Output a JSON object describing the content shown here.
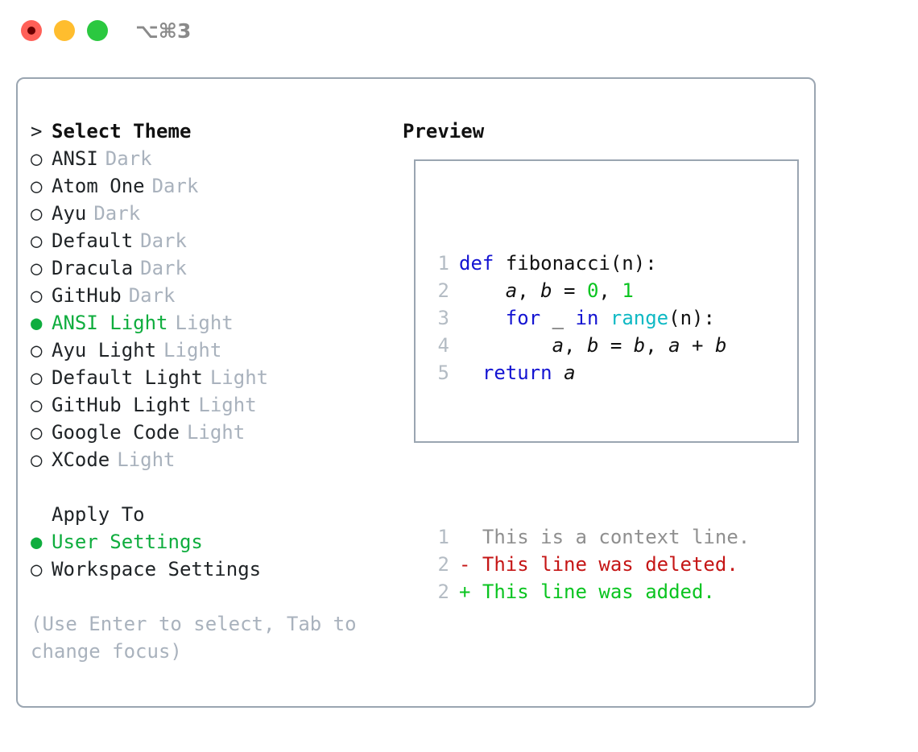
{
  "window": {
    "traffic_lights": [
      "close-red",
      "minimize-yellow",
      "maximize-green"
    ],
    "shortcut": "⌥⌘3"
  },
  "theme_picker": {
    "heading_marker": ">",
    "heading": "Select Theme",
    "selected_marker": "●",
    "unselected_marker": "○",
    "items": [
      {
        "marker": "○",
        "label": "ANSI",
        "kind": "Dark",
        "selected": false
      },
      {
        "marker": "○",
        "label": "Atom One",
        "kind": "Dark",
        "selected": false
      },
      {
        "marker": "○",
        "label": "Ayu",
        "kind": "Dark",
        "selected": false
      },
      {
        "marker": "○",
        "label": "Default",
        "kind": "Dark",
        "selected": false
      },
      {
        "marker": "○",
        "label": "Dracula",
        "kind": "Dark",
        "selected": false
      },
      {
        "marker": "○",
        "label": "GitHub",
        "kind": "Dark",
        "selected": false
      },
      {
        "marker": "●",
        "label": "ANSI Light",
        "kind": "Light",
        "selected": true
      },
      {
        "marker": "○",
        "label": "Ayu Light",
        "kind": "Light",
        "selected": false
      },
      {
        "marker": "○",
        "label": "Default Light",
        "kind": "Light",
        "selected": false
      },
      {
        "marker": "○",
        "label": "GitHub Light",
        "kind": "Light",
        "selected": false
      },
      {
        "marker": "○",
        "label": "Google Code",
        "kind": "Light",
        "selected": false
      },
      {
        "marker": "○",
        "label": "XCode",
        "kind": "Light",
        "selected": false
      }
    ]
  },
  "apply_to": {
    "label": "Apply To",
    "items": [
      {
        "marker": "●",
        "label": "User Settings",
        "selected": true
      },
      {
        "marker": "○",
        "label": "Workspace Settings",
        "selected": false
      }
    ]
  },
  "hint": "(Use Enter to select, Tab to change focus)",
  "preview": {
    "heading": "Preview",
    "code_lines": [
      {
        "n": "1",
        "tokens": [
          {
            "t": "def",
            "c": "kw"
          },
          {
            "t": " ",
            "c": "plain"
          },
          {
            "t": "fibonacci",
            "c": "plain"
          },
          {
            "t": "(n):",
            "c": "plain"
          }
        ]
      },
      {
        "n": "2",
        "tokens": [
          {
            "t": "    ",
            "c": "plain"
          },
          {
            "t": "a",
            "c": "var"
          },
          {
            "t": ", ",
            "c": "plain"
          },
          {
            "t": "b",
            "c": "var"
          },
          {
            "t": " = ",
            "c": "plain"
          },
          {
            "t": "0",
            "c": "num"
          },
          {
            "t": ", ",
            "c": "plain"
          },
          {
            "t": "1",
            "c": "num"
          }
        ]
      },
      {
        "n": "3",
        "tokens": [
          {
            "t": "    ",
            "c": "plain"
          },
          {
            "t": "for",
            "c": "kw"
          },
          {
            "t": " _ ",
            "c": "plain"
          },
          {
            "t": "in",
            "c": "kw"
          },
          {
            "t": " ",
            "c": "plain"
          },
          {
            "t": "range",
            "c": "fn"
          },
          {
            "t": "(n):",
            "c": "plain"
          }
        ]
      },
      {
        "n": "4",
        "tokens": [
          {
            "t": "        ",
            "c": "plain"
          },
          {
            "t": "a",
            "c": "var"
          },
          {
            "t": ", ",
            "c": "plain"
          },
          {
            "t": "b",
            "c": "var"
          },
          {
            "t": " = ",
            "c": "plain"
          },
          {
            "t": "b",
            "c": "var"
          },
          {
            "t": ", ",
            "c": "plain"
          },
          {
            "t": "a",
            "c": "var"
          },
          {
            "t": " + ",
            "c": "plain"
          },
          {
            "t": "b",
            "c": "var"
          }
        ]
      },
      {
        "n": "5",
        "tokens": [
          {
            "t": "  ",
            "c": "plain"
          },
          {
            "t": "return",
            "c": "kw"
          },
          {
            "t": " ",
            "c": "plain"
          },
          {
            "t": "a",
            "c": "var"
          }
        ]
      }
    ],
    "diff_lines": [
      {
        "n": "1",
        "tokens": [
          {
            "t": "  This is a context line.",
            "c": "ctx"
          }
        ]
      },
      {
        "n": "2",
        "tokens": [
          {
            "t": "- This line was deleted.",
            "c": "del"
          }
        ]
      },
      {
        "n": "2",
        "tokens": [
          {
            "t": "+ This line was added.",
            "c": "add"
          }
        ]
      }
    ]
  },
  "colors": {
    "accent_green": "#0fad3e",
    "muted": "#a9b2bd",
    "border": "#9aa5b1",
    "keyword_blue": "#1414d2",
    "function_cyan": "#0fb9c4",
    "number_green": "#0ac420",
    "diff_add": "#0ac420",
    "diff_del": "#c51616",
    "text": "#1f2326"
  }
}
